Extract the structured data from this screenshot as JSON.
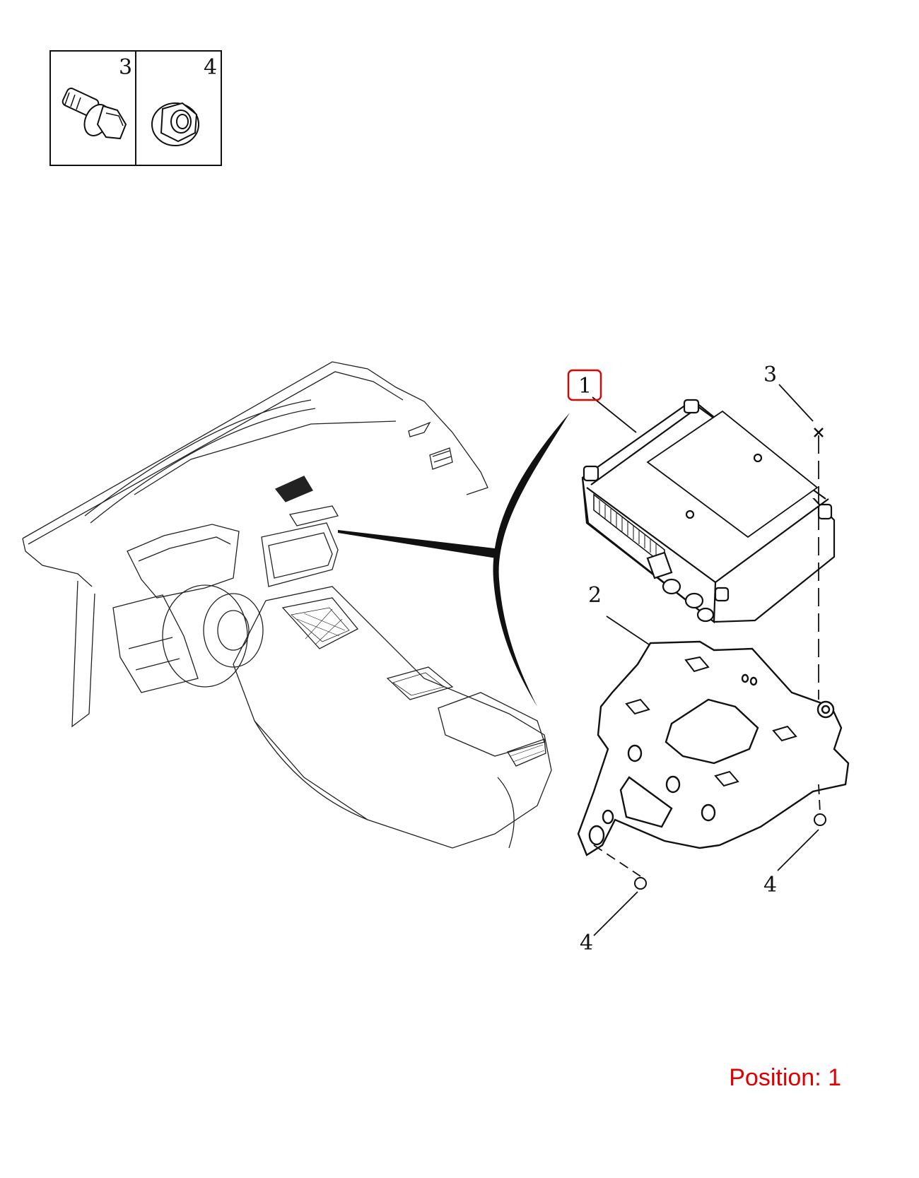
{
  "hardware_legend": {
    "cells": [
      {
        "number": "3",
        "icon": "hex-bolt-icon"
      },
      {
        "number": "4",
        "icon": "flange-nut-icon"
      }
    ]
  },
  "callouts": {
    "module": "1",
    "bracket": "2",
    "bolt": "3",
    "nut_right": "4",
    "nut_left": "4"
  },
  "highlight": {
    "selected_callout": "1",
    "color": "#e00000"
  },
  "position_label": "Position: 1"
}
